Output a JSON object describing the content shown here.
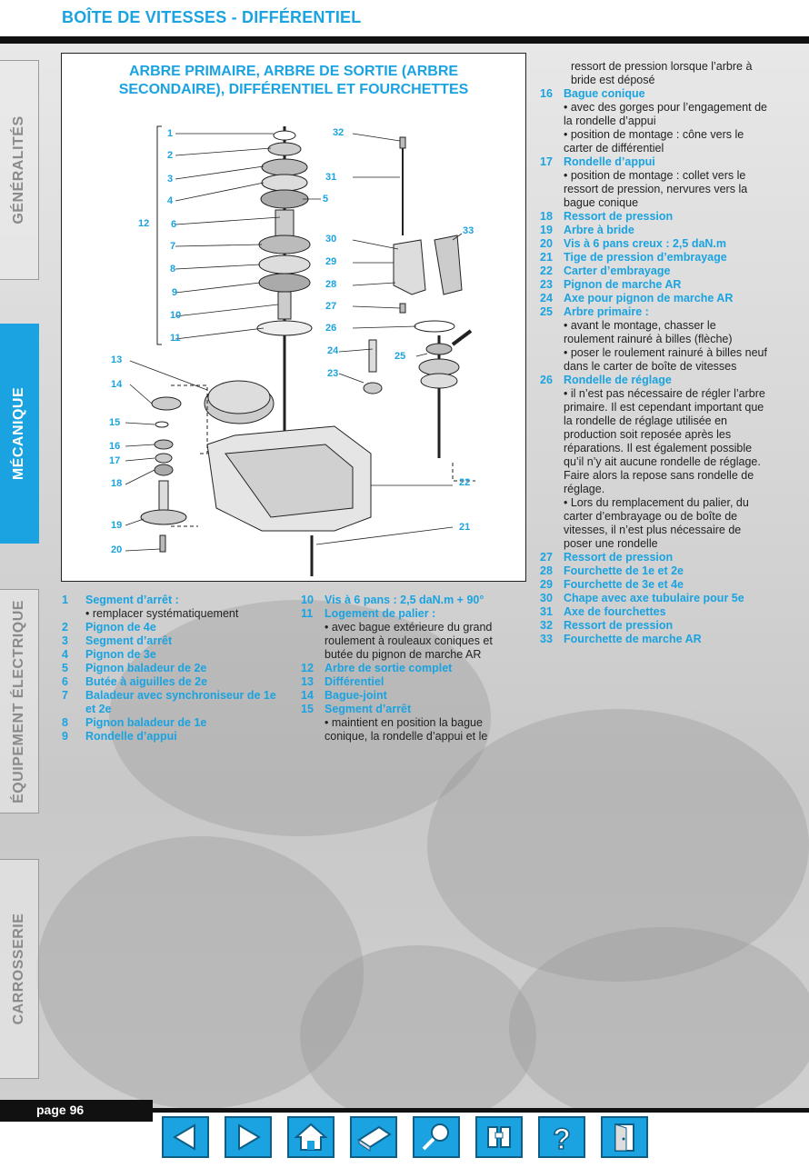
{
  "header": {
    "title": "BOÎTE DE VITESSES - DIFFÉRENTIEL"
  },
  "side_tabs": [
    {
      "label": "GÉNÉRALITÉS",
      "active": false
    },
    {
      "label": "MÉCANIQUE",
      "active": true
    },
    {
      "label": "ÉQUIPEMENT ÉLECTRIQUE",
      "active": false
    },
    {
      "label": "CARROSSERIE",
      "active": false
    }
  ],
  "figure": {
    "title_line1": "ARBRE PRIMAIRE, ARBRE DE SORTIE (ARBRE",
    "title_line2": "SECONDAIRE), DIFFÉRENTIEL ET FOURCHETTES",
    "callouts": [
      "1",
      "2",
      "3",
      "4",
      "5",
      "6",
      "7",
      "8",
      "9",
      "10",
      "11",
      "12",
      "13",
      "14",
      "15",
      "16",
      "17",
      "18",
      "19",
      "20",
      "21",
      "22",
      "23",
      "24",
      "25",
      "26",
      "27",
      "28",
      "29",
      "30",
      "31",
      "32",
      "33"
    ]
  },
  "legend_col1": [
    {
      "num": "1",
      "label": "Segment d’arrêt :",
      "notes": [
        "• remplacer systématiquement"
      ]
    },
    {
      "num": "2",
      "label": "Pignon de 4e",
      "notes": []
    },
    {
      "num": "3",
      "label": "Segment d’arrêt",
      "notes": []
    },
    {
      "num": "4",
      "label": "Pignon de 3e",
      "notes": []
    },
    {
      "num": "5",
      "label": "Pignon baladeur de 2e",
      "notes": []
    },
    {
      "num": "6",
      "label": "Butée à aiguilles de 2e",
      "notes": []
    },
    {
      "num": "7",
      "label": "Baladeur avec synchroniseur de 1e et 2e",
      "notes": []
    },
    {
      "num": "8",
      "label": "Pignon baladeur de 1e",
      "notes": []
    },
    {
      "num": "9",
      "label": "Rondelle d’appui",
      "notes": []
    }
  ],
  "legend_col2": [
    {
      "num": "10",
      "label": "Vis à 6 pans : 2,5 daN.m + 90°",
      "notes": []
    },
    {
      "num": "11",
      "label": "Logement de palier :",
      "notes": [
        "• avec bague extérieure du grand roulement à rouleaux coniques et butée du pignon de marche AR"
      ]
    },
    {
      "num": "12",
      "label": "Arbre de sortie complet",
      "notes": []
    },
    {
      "num": "13",
      "label": "Différentiel",
      "notes": []
    },
    {
      "num": "14",
      "label": "Bague-joint",
      "notes": []
    },
    {
      "num": "15",
      "label": "Segment d’arrêt",
      "notes": [
        "• maintient en position la bague conique, la rondelle d’appui et le"
      ]
    }
  ],
  "legend_col3_top": "ressort de pression lorsque l’arbre à bride est déposé",
  "legend_col3": [
    {
      "num": "16",
      "label": "Bague conique",
      "notes": [
        "• avec des gorges pour l’engagement de la rondelle d’appui",
        "• position de montage : cône vers le carter de différentiel"
      ]
    },
    {
      "num": "17",
      "label": "Rondelle d’appui",
      "notes": [
        "• position de montage : collet vers le ressort de pression, nervures vers la bague conique"
      ]
    },
    {
      "num": "18",
      "label": "Ressort de pression",
      "notes": []
    },
    {
      "num": "19",
      "label": "Arbre à bride",
      "notes": []
    },
    {
      "num": "20",
      "label": "Vis à 6 pans creux : 2,5 daN.m",
      "notes": []
    },
    {
      "num": "21",
      "label": "Tige de pression d’embrayage",
      "notes": []
    },
    {
      "num": "22",
      "label": "Carter d’embrayage",
      "notes": []
    },
    {
      "num": "23",
      "label": "Pignon de marche AR",
      "notes": []
    },
    {
      "num": "24",
      "label": "Axe pour pignon de marche AR",
      "notes": []
    },
    {
      "num": "25",
      "label": "Arbre primaire :",
      "notes": [
        "• avant le montage, chasser le roulement rainuré à billes (flèche)",
        "• poser le roulement rainuré à billes neuf dans le carter de boîte de vitesses"
      ]
    },
    {
      "num": "26",
      "label": "Rondelle de réglage",
      "notes": [
        "• il n’est pas nécessaire de régler l’arbre primaire. Il est cependant important que la rondelle de réglage utilisée en production soit reposée après les réparations. Il est également possible qu’il n’y ait aucune rondelle de réglage. Faire alors la repose sans rondelle de réglage.",
        "• Lors du remplacement du palier, du carter d’embrayage ou de boîte de vitesses, il n’est plus nécessaire de poser une rondelle"
      ]
    },
    {
      "num": "27",
      "label": "Ressort de pression",
      "notes": []
    },
    {
      "num": "28",
      "label": "Fourchette de 1e et 2e",
      "notes": []
    },
    {
      "num": "29",
      "label": "Fourchette de 3e et 4e",
      "notes": []
    },
    {
      "num": "30",
      "label": "Chape avec axe tubulaire pour 5e",
      "notes": []
    },
    {
      "num": "31",
      "label": "Axe de fourchettes",
      "notes": []
    },
    {
      "num": "32",
      "label": "Ressort de pression",
      "notes": []
    },
    {
      "num": "33",
      "label": "Fourchette de marche AR",
      "notes": []
    }
  ],
  "footer": {
    "page_label": "page 96"
  },
  "nav_buttons": [
    "previous-page",
    "next-page",
    "home",
    "print",
    "search",
    "index",
    "help",
    "exit"
  ],
  "colors": {
    "accent": "#1aa3e0",
    "dark": "#111111"
  }
}
